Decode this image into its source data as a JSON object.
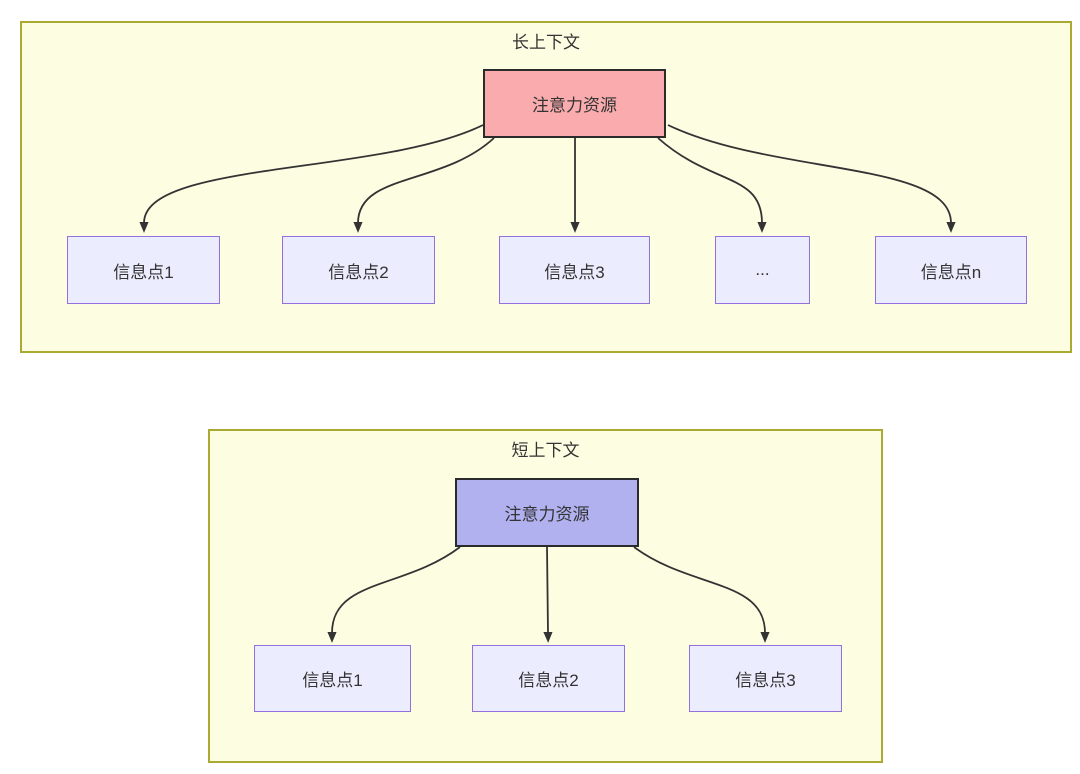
{
  "diagram": {
    "type": "flowchart",
    "panels": [
      {
        "id": "long-context",
        "title": "长上下文",
        "attention_label": "注意力资源",
        "attention_fill": "#f9abae",
        "info_labels": [
          "信息点1",
          "信息点2",
          "信息点3",
          "...",
          "信息点n"
        ]
      },
      {
        "id": "short-context",
        "title": "短上下文",
        "attention_label": "注意力资源",
        "attention_fill": "#b1b1f0",
        "info_labels": [
          "信息点1",
          "信息点2",
          "信息点3"
        ]
      }
    ],
    "colors": {
      "panel_background": "#fdfde2",
      "panel_border": "#aaaa33",
      "info_node_fill": "#ececff",
      "info_node_border": "#9370db",
      "attention_node_border": "#2b2b2b",
      "arrow": "#333333",
      "text": "#333333"
    }
  }
}
